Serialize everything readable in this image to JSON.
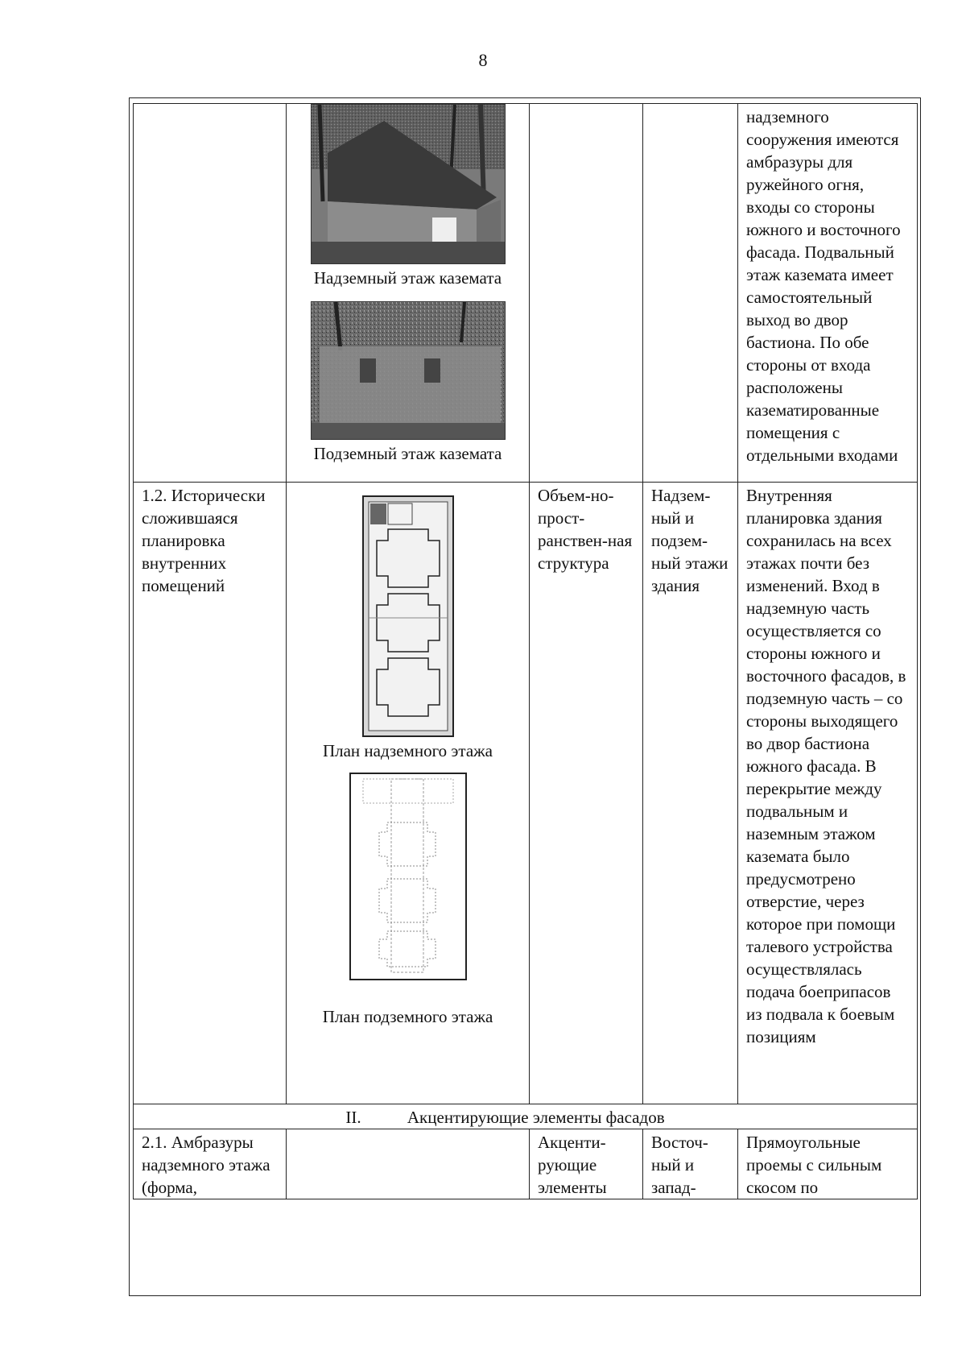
{
  "page_number": "8",
  "row_continued": {
    "photo1_caption": "Надземный этаж каземата",
    "photo2_caption": "Подземный этаж каземата",
    "description": "надземного сооружения имеются амбразуры для ружейного огня, входы со стороны южного и восточного фасада. Подвальный этаж каземата имеет самостоятельный выход во двор бастиона. По обе стороны от входа расположены казематированные помещения с отдельными входами"
  },
  "row_1_2": {
    "name": "1.2. Исторически сложившаяся планировка внутренних помещений",
    "plan1_caption": "План надземного этажа",
    "plan2_caption": "План подземного этажа",
    "category": "Объем-но-прост-ранствен-ная структура",
    "location": "Надзем-ный и подзем-ный этажи здания",
    "description": "Внутренняя планировка здания сохранилась на всех этажах почти без изменений. Вход в надземную часть осуществляется со стороны южного и восточного фасадов, в подземную часть – со стороны выходящего во двор бастиона южного фасада. В перекрытие между подвальным и наземным этажом каземата было предусмотрено отверстие, через которое при помощи талевого устройства осуществлялась подача боеприпасов из подвала к боевым позициям"
  },
  "section_2": {
    "number": "II.",
    "title": "Акцентирующие элементы фасадов"
  },
  "row_2_1": {
    "name": "2.1. Амбразуры надземного этажа (форма,",
    "category": "Акценти-рующие элементы",
    "location": "Восточ-ный и запад-",
    "description": "Прямоугольные проемы с сильным скосом по"
  }
}
